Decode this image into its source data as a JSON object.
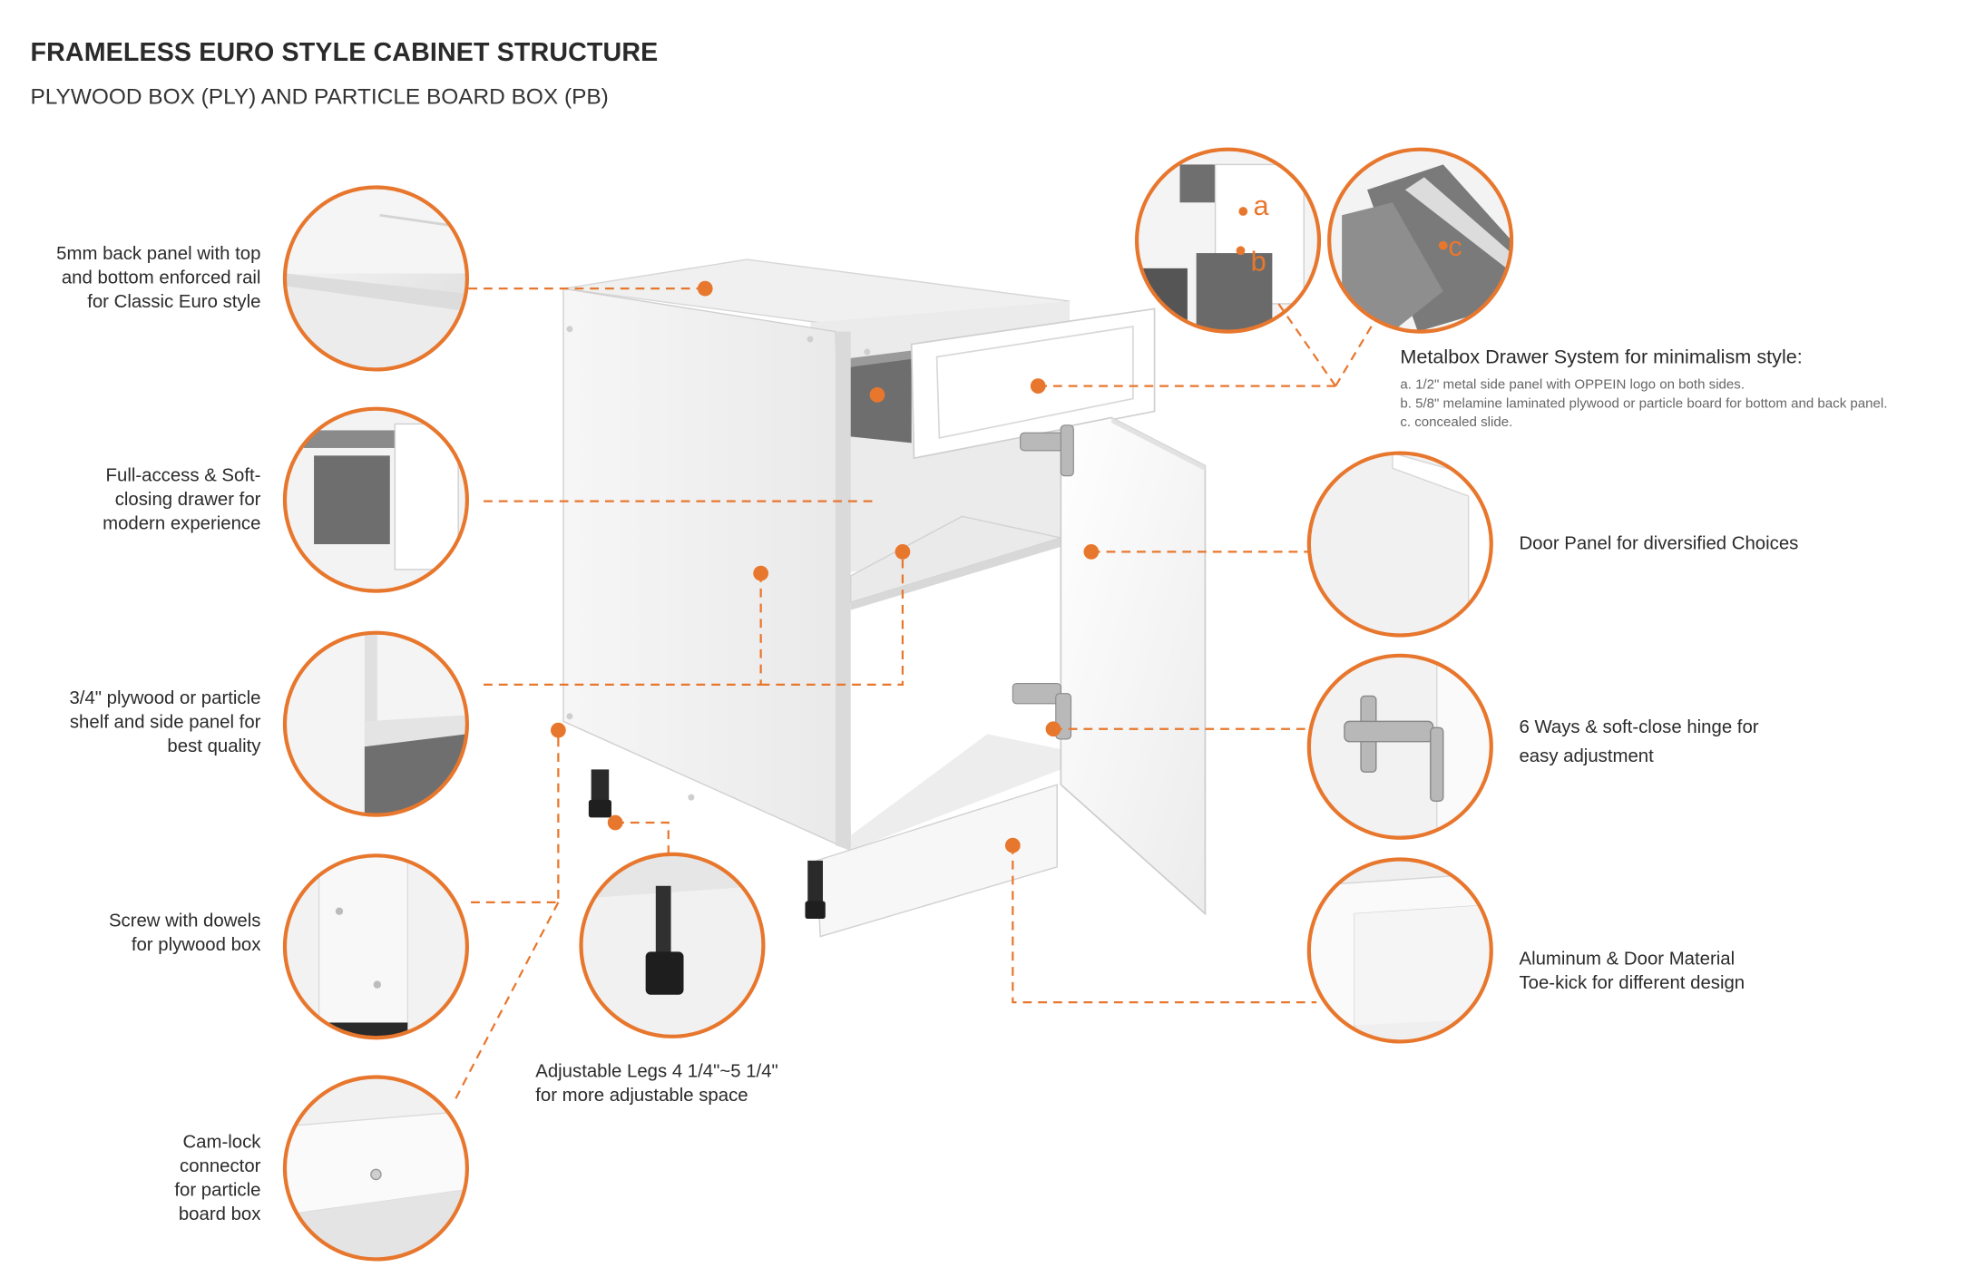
{
  "title": "FRAMELESS EURO STYLE CABINET STRUCTURE",
  "subtitle": "PLYWOOD BOX (PLY) AND PARTICLE BOARD BOX (PB)",
  "labels": {
    "back_panel": "5mm back panel with top\nand bottom enforced rail\nfor Classic Euro style",
    "drawer": "Full-access & Soft-\nclosing drawer for\nmodern experience",
    "shelf": "3/4\" plywood or particle\nshelf and side panel for\nbest quality",
    "screw": "Screw with dowels\nfor plywood box",
    "camlock": "Cam-lock\nconnector\nfor particle\nboard box",
    "legs": "Adjustable Legs  4 1/4\"~5 1/4\"\nfor more adjustable space",
    "door": "Door Panel for diversified Choices",
    "hinge": "6 Ways & soft-close hinge for\neasy adjustment",
    "toekick": "Aluminum & Door Material\nToe-kick for different design"
  },
  "metalbox": {
    "heading": "Metalbox Drawer System for minimalism style:",
    "items": [
      "a. 1/2\" metal side panel with OPPEIN logo on both sides.",
      "b. 5/8\" melamine laminated plywood or particle board for bottom and back panel.",
      "c. concealed slide."
    ],
    "markers": [
      "a",
      "b",
      "c"
    ]
  },
  "colors": {
    "accent": "#E8772E",
    "circle_fill": "#f2f2f2",
    "cabinet_white": "#fbfbfb",
    "cabinet_shade": "#e6e6e6",
    "dark_gray": "#6e6e6e"
  }
}
